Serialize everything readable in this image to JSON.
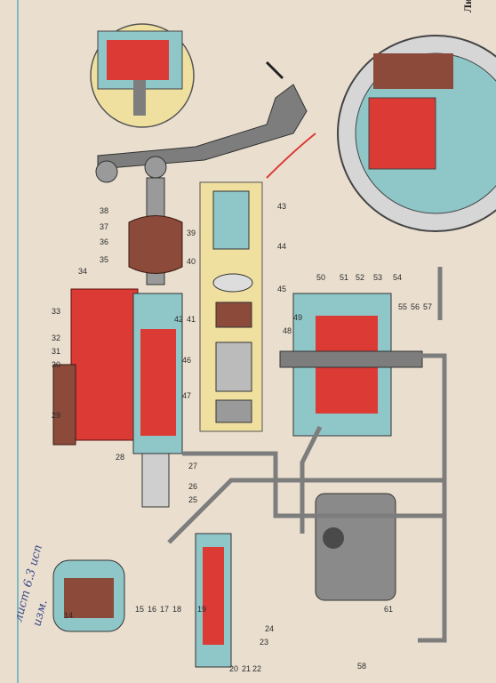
{
  "header": {
    "sheet_label": "Лист"
  },
  "handwriting": {
    "line1": "лист 6.3 исп",
    "line2": "изм."
  },
  "callouts": [
    "29",
    "30",
    "31",
    "32",
    "33",
    "34",
    "35",
    "36",
    "37",
    "38",
    "39",
    "40",
    "41",
    "42",
    "43",
    "44",
    "45",
    "46",
    "47",
    "48",
    "49",
    "50",
    "51",
    "52",
    "53",
    "54",
    "55",
    "56",
    "57",
    "14",
    "15",
    "16",
    "17",
    "18",
    "19",
    "20",
    "21",
    "22",
    "23",
    "24",
    "25",
    "26",
    "27",
    "28",
    "61",
    "58"
  ],
  "colors": {
    "paper": "#eadfcf",
    "fluid": "#dc3a35",
    "body_blue": "#8fc6c8",
    "metal_gray": "#7d7d7d",
    "dark_metal": "#4a4a4a",
    "rubber_brown": "#8b4a3a",
    "inset_yellow": "#f0e0a0",
    "margin_line": "#7fb7c4"
  },
  "icons": {
    "pedal_arrow": "arrow-down-left-icon"
  }
}
